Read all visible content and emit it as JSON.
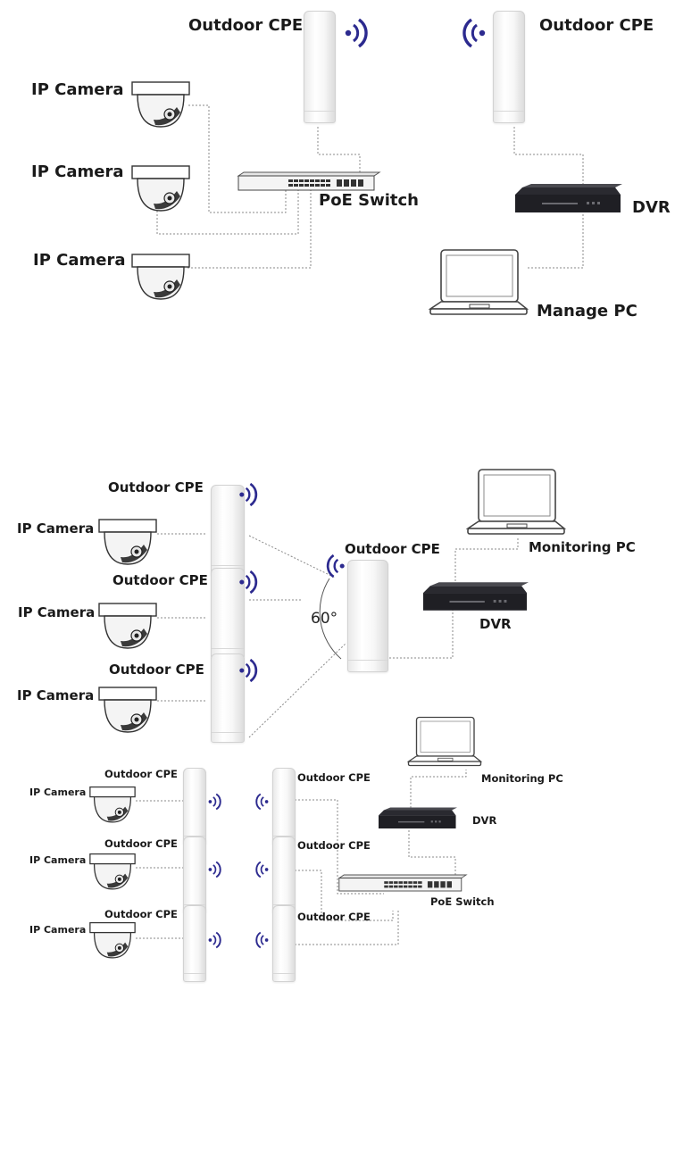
{
  "diagram1": {
    "cpe_left_label": "Outdoor CPE",
    "cpe_right_label": "Outdoor CPE",
    "camera_labels": [
      "IP Camera",
      "IP Camera",
      "IP Camera"
    ],
    "switch_label": "PoE Switch",
    "dvr_label": "DVR",
    "pc_label": "Manage PC"
  },
  "diagram2": {
    "cpe_labels": [
      "Outdoor CPE",
      "Outdoor CPE",
      "Outdoor CPE"
    ],
    "camera_labels": [
      "IP Camera",
      "IP Camera",
      "IP Camera"
    ],
    "central_cpe_label": "Outdoor CPE",
    "angle_label": "60°",
    "pc_label": "Monitoring PC",
    "dvr_label": "DVR"
  },
  "diagram3": {
    "left_cpe_labels": [
      "Outdoor CPE",
      "Outdoor CPE",
      "Outdoor CPE"
    ],
    "right_cpe_labels": [
      "Outdoor CPE",
      "Outdoor CPE",
      "Outdoor CPE"
    ],
    "camera_labels": [
      "IP Camera",
      "IP Camera",
      "IP Camera"
    ],
    "pc_label": "Monitoring PC",
    "dvr_label": "DVR",
    "switch_label": "PoE Switch"
  },
  "colors": {
    "signal": "#2c2a8f",
    "wire": "#777777",
    "device_dark": "#1f1f24"
  }
}
